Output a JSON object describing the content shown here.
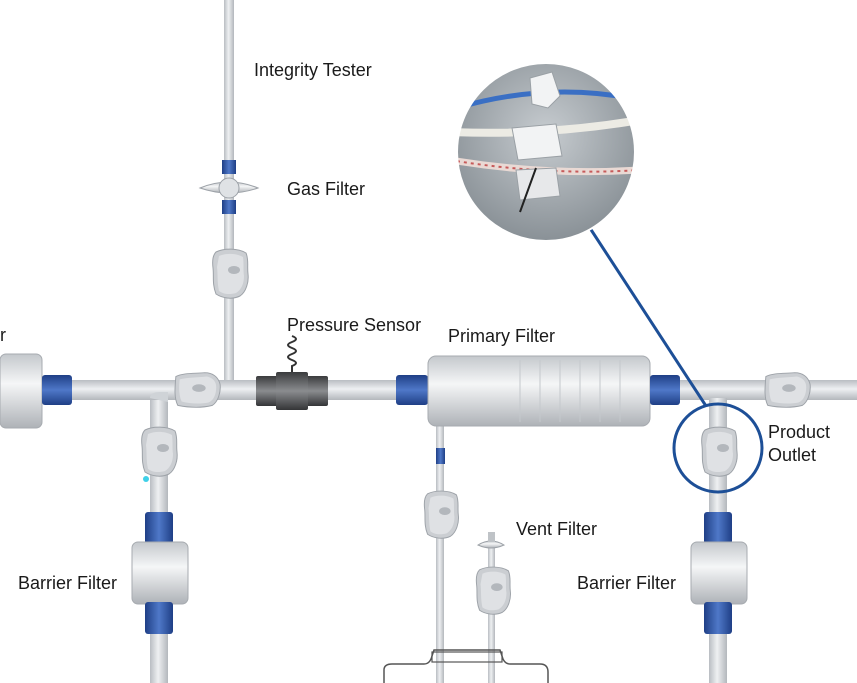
{
  "labels": {
    "integrity_tester": "Integrity Tester",
    "gas_filter": "Gas Filter",
    "pressure_sensor": "Pressure Sensor",
    "primary_filter": "Primary Filter",
    "product_outlet_line1": "Product",
    "product_outlet_line2": "Outlet",
    "vent_filter": "Vent Filter",
    "barrier_filter_left": "Barrier Filter",
    "barrier_filter_right": "Barrier Filter",
    "cut_off_label_fragment": "r"
  },
  "colors": {
    "tube": "#d6d9dd",
    "tube_edge": "#9ea3a9",
    "connector_blue": "#2f55a4",
    "callout_blue": "#1d4f97",
    "clamp": "#c9ccd0",
    "sensor_dark": "#4a4b4d"
  },
  "icons": {
    "pressure_sensor": "coil-spring-icon",
    "clamp": "pinch-clamp-icon",
    "magnifier": "zoom-inset-photo"
  }
}
